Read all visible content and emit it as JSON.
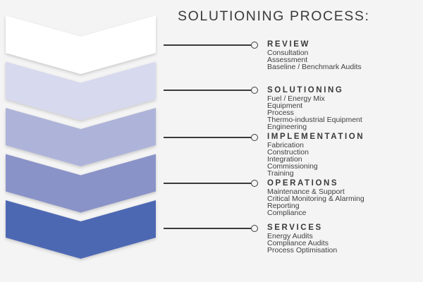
{
  "title": "SOLUTIONING PROCESS:",
  "colors": [
    "#ffffff",
    "#d7d9ee",
    "#aeb4d9",
    "#8a93c8",
    "#4e67b3"
  ],
  "stages": [
    {
      "name": "REVIEW",
      "items": [
        "Consultation",
        "Assessment",
        "Baseline / Benchmark Audits"
      ]
    },
    {
      "name": "SOLUTIONING",
      "items": [
        "Fuel / Energy Mix",
        "Equipment",
        "Process",
        "Thermo-industrial Equipment",
        "Engineering"
      ]
    },
    {
      "name": "IMPLEMENTATION",
      "items": [
        "Fabrication",
        "Construction",
        "Integration",
        "Commissioning",
        "Training"
      ]
    },
    {
      "name": "OPERATIONS",
      "items": [
        "Maintenance & Support",
        "Critical Monitoring & Alarming",
        "Reporting",
        "Compliance"
      ]
    },
    {
      "name": "SERVICES",
      "items": [
        "Energy Audits",
        "Compliance Audits",
        "Process Optimisation"
      ]
    }
  ]
}
